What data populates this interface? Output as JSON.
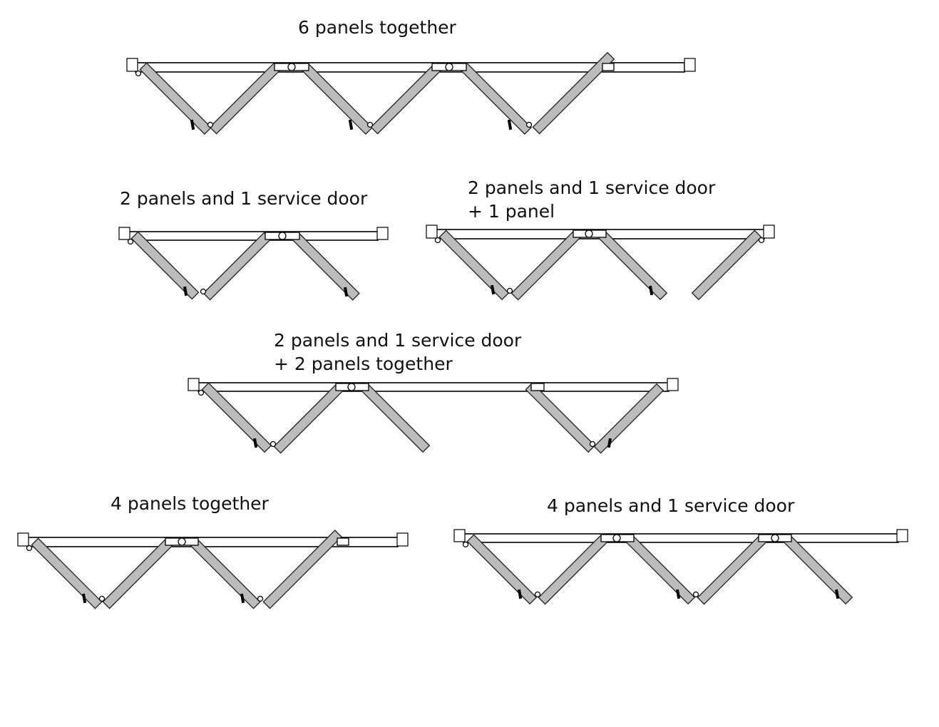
{
  "diagrams": [
    {
      "title": [
        "6 panels together"
      ]
    },
    {
      "title": [
        "2 panels and 1 service door"
      ]
    },
    {
      "title": [
        "2 panels and 1 service door",
        "+ 1 panel"
      ]
    },
    {
      "title": [
        "2 panels and 1 service door",
        "+ 2 panels together"
      ]
    },
    {
      "title": [
        "4 panels together"
      ]
    },
    {
      "title": [
        "4 panels and 1 service door"
      ]
    }
  ],
  "colors": {
    "panel_fill": "#bcbcbc",
    "outline": "#000000",
    "background": "#ffffff"
  }
}
